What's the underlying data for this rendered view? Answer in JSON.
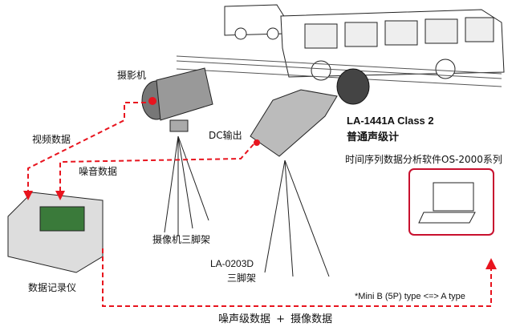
{
  "labels": {
    "camera": "摄影机",
    "video_data": "视频数据",
    "noise_data": "噪音数据",
    "dc_output": "DC输出",
    "camera_tripod": "摄像机三脚架",
    "sound_meter_model": "LA-1441A  Class 2",
    "sound_meter_name": "普通声级计",
    "software": "时间序列数据分析软件OS-2000系列",
    "tripod_model": "LA-0203D",
    "tripod_name": "三脚架",
    "recorder": "数据记录仪",
    "usb_note": "*Mini B (5P) type <=> A type",
    "combined_data": "噪声级数据 + 摄像数据"
  },
  "colors": {
    "accent": "#e8141e",
    "laptop_frame": "#c8102e"
  }
}
